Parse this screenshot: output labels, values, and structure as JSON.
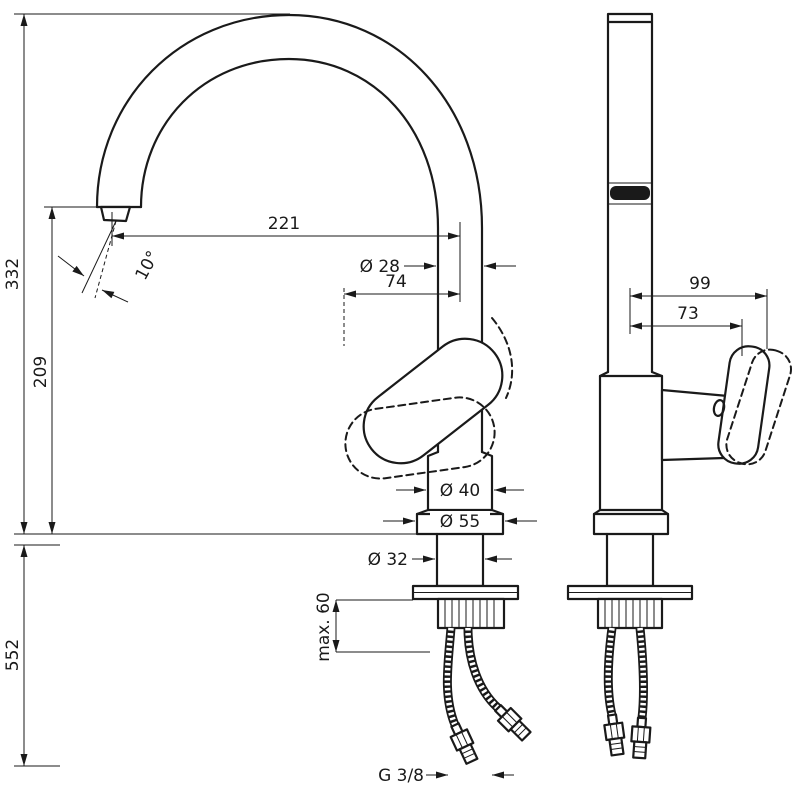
{
  "drawing": {
    "dims": {
      "total_height": "332",
      "spout_height": "209",
      "below_deck_length": "552",
      "spout_reach": "221",
      "stream_angle": "10°",
      "spout_diameter": "Ø 28",
      "handle_offset": "74",
      "body_diameter": "Ø 40",
      "base_diameter": "Ø 55",
      "shank_diameter": "Ø 32",
      "max_deck_thickness": "max. 60",
      "connection_thread": "G 3/8",
      "side_reach": "99",
      "side_handle_reach": "73"
    }
  }
}
